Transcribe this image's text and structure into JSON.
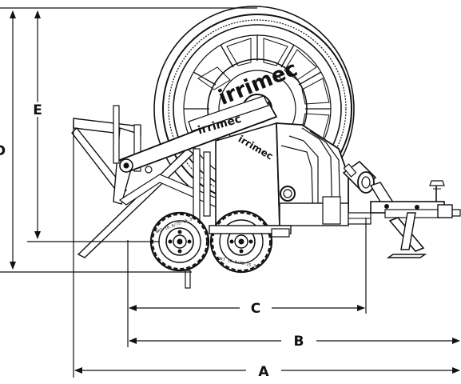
{
  "dimensions": {
    "a_label": "A",
    "b_label": "B",
    "c_label": "C",
    "d_label": "D",
    "e_label": "E"
  },
  "branding": {
    "reel_logo": "irrimec",
    "arm_logo": "irrimec",
    "body_logo": "irrimec"
  },
  "tires": {
    "sidewall_text": "BKT 10.0/75-15.3"
  },
  "colors": {
    "stroke": "#111111",
    "background": "#ffffff"
  }
}
